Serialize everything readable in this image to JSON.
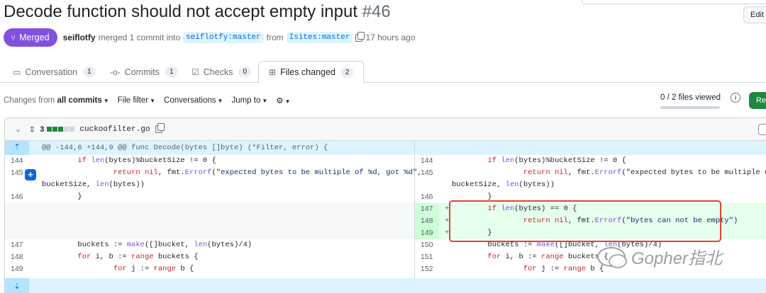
{
  "pr": {
    "title": "Decode function should not accept empty input",
    "number": "#46",
    "status": "Merged",
    "author": "seiflotfy",
    "action": "merged 1 commit into",
    "base_branch": "seiflotfy:master",
    "from_word": "from",
    "head_branch": "Isites:master",
    "time": "17 hours ago",
    "edit_label": "Edit"
  },
  "tabs": [
    {
      "label": "Conversation",
      "count": "1",
      "icon": "comment-icon"
    },
    {
      "label": "Commits",
      "count": "1",
      "icon": "commit-icon"
    },
    {
      "label": "Checks",
      "count": "0",
      "icon": "checklist-icon"
    },
    {
      "label": "Files changed",
      "count": "2",
      "icon": "file-diff-icon"
    }
  ],
  "toolbar": {
    "changes_prefix": "Changes from",
    "changes_value": "all commits",
    "file_filter": "File filter",
    "conversations": "Conversations",
    "jump_to": "Jump to",
    "files_viewed": "0 / 2 files viewed",
    "review_label": "Re"
  },
  "file": {
    "change_count": "3",
    "name": "cuckoofilter.go",
    "hunk_header": "@@ -144,6 +144,9 @@ func Decode(bytes []byte) (*Filter, error) {"
  },
  "diff": {
    "left_lines": [
      {
        "n": "144",
        "code": "        if len(bytes)%bucketSize != 0 {"
      },
      {
        "n": "145",
        "code": "                return nil, fmt.Errorf(\"expected bytes to be multiple of %d, got %d\",",
        "wrap": "bucketSize, len(bytes))"
      },
      {
        "n": "146",
        "code": "        }"
      },
      {
        "n": "147",
        "code": "        buckets := make([]bucket, len(bytes)/4)"
      },
      {
        "n": "148",
        "code": "        for i, b := range buckets {"
      },
      {
        "n": "149",
        "code": "                for j := range b {"
      }
    ],
    "right_lines": [
      {
        "n": "144",
        "code": "        if len(bytes)%bucketSize != 0 {"
      },
      {
        "n": "145",
        "code": "                return nil, fmt.Errorf(\"expected bytes to be multiple of %d,",
        "wrap": "bucketSize, len(bytes))"
      },
      {
        "n": "146",
        "code": "        }"
      },
      {
        "n": "147",
        "code": "        if len(bytes) == 0 {",
        "added": true
      },
      {
        "n": "148",
        "code": "                return nil, fmt.Errorf(\"bytes can not be empty\")",
        "added": true
      },
      {
        "n": "149",
        "code": "        }",
        "added": true
      },
      {
        "n": "150",
        "code": "        buckets := make([]bucket, len(bytes)/4)"
      },
      {
        "n": "151",
        "code": "        for i, b := range buckets {"
      },
      {
        "n": "152",
        "code": "                for j := range b {"
      }
    ]
  },
  "watermark": "Gopher指北",
  "colors": {
    "merged": "#8250df",
    "link": "#0969da",
    "add_bg": "#e6ffec",
    "add_gutter": "#ccffd8",
    "highlight_box": "#e0452b",
    "review_btn": "#1f883d"
  }
}
